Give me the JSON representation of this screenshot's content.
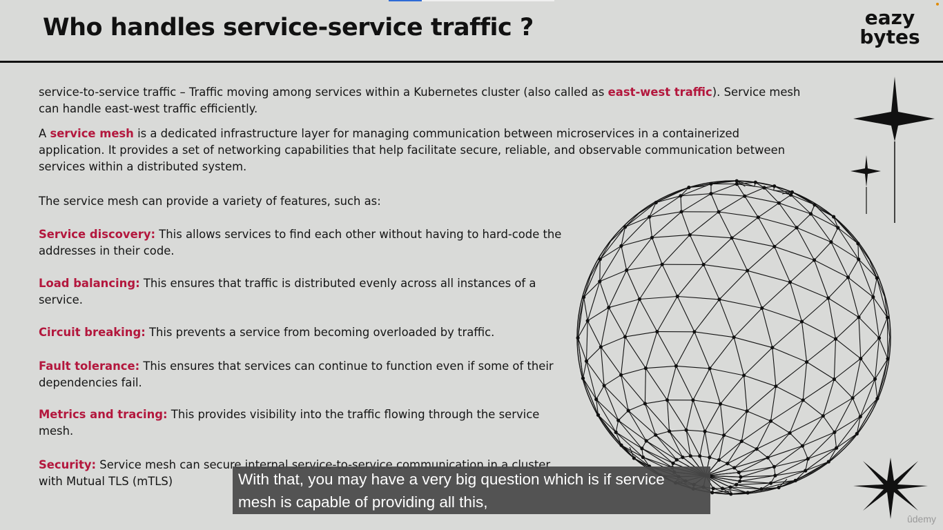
{
  "header": {
    "title": "Who handles service-service traffic ?",
    "logo_line1": "eazy",
    "logo_line2": "bytes"
  },
  "intro": {
    "p1_a": "service-to-service traffic – Traffic moving among services within a Kubernetes cluster (also called as ",
    "p1_hl": "east-west traffic",
    "p1_b": "). Service mesh can handle east-west traffic efficiently.",
    "p2_a": "A ",
    "p2_hl": "service mesh",
    "p2_b": " is a dedicated infrastructure layer for managing communication between microservices in a containerized application. It provides a set of networking capabilities that help facilitate secure, reliable, and observable communication between services within a distributed system.",
    "p3": "The service mesh can provide a variety of features, such as:"
  },
  "features": [
    {
      "term": "Service discovery:",
      "desc": " This allows services to find each other without having to hard-code the addresses in their code."
    },
    {
      "term": "Load balancing:",
      "desc": " This ensures that traffic is distributed evenly across all instances of a service."
    },
    {
      "term": "Circuit breaking:",
      "desc": " This prevents a service from becoming overloaded by traffic."
    },
    {
      "term": "Fault tolerance:",
      "desc": " This ensures that services can continue to function even if some of their dependencies fail."
    },
    {
      "term": "Metrics and tracing:",
      "desc": " This provides visibility into the traffic flowing through the service mesh."
    },
    {
      "term": "Security:",
      "desc": " Service mesh can secure internal service-to-service communication in a cluster with Mutual TLS (mTLS)"
    }
  ],
  "caption": {
    "line1": "With that, you may have a very big question which is if service",
    "line2": "mesh is capable of providing all this,"
  },
  "watermark": "ûdemy",
  "colors": {
    "background": "#d9dad8",
    "highlight": "#b3173d",
    "text": "#111111"
  },
  "icons": [
    "geodesic-sphere-icon",
    "four-point-star-icon",
    "eight-point-star-icon"
  ]
}
